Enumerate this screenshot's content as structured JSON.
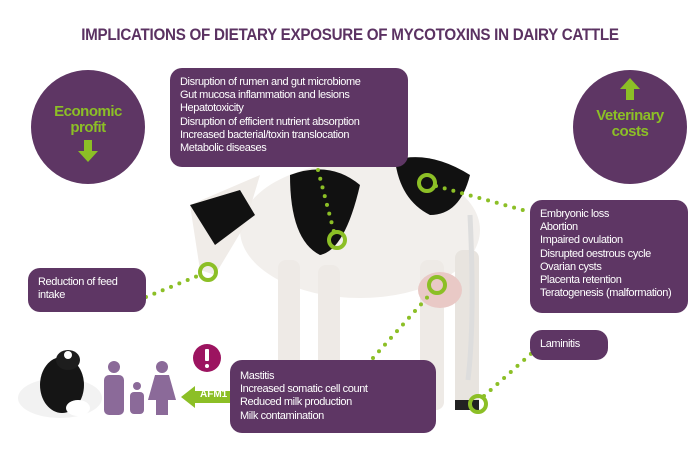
{
  "title": "IMPLICATIONS OF DIETARY EXPOSURE OF MYCOTOXINS IN DAIRY CATTLE",
  "economic": {
    "line1": "Economic",
    "line2": "profit"
  },
  "veterinary": {
    "line1": "Veterinary",
    "line2": "costs"
  },
  "digestive": [
    "Disruption of rumen and gut microbiome",
    "Gut mucosa inflammation and lesions",
    "Hepatotoxicity",
    "Disruption of efficient nutrient absorption",
    "Increased bacterial/toxin translocation",
    "Metabolic diseases"
  ],
  "reproductive": [
    "Embryonic loss",
    "Abortion",
    "Impaired ovulation",
    "Disrupted oestrous cycle",
    "Ovarian cysts",
    "Placenta retention",
    "Teratogenesis (malformation)"
  ],
  "laminitis": "Laminitis",
  "feed": {
    "line1": "Reduction of feed",
    "line2": "intake"
  },
  "milk": [
    "Mastitis",
    "Increased somatic cell count",
    "Reduced milk production",
    "Milk contamination"
  ],
  "afm": "AFM1",
  "colors": {
    "purple": "#5e3664",
    "green": "#8cbf26",
    "alert": "#9c1460",
    "people": "#8b6a99"
  }
}
